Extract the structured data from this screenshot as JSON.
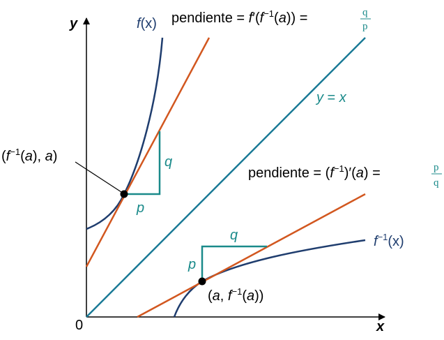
{
  "colors": {
    "axis": "#000000",
    "curve": "#1f3d6e",
    "identity_line": "#1a7a96",
    "tangent": "#d2571f",
    "triangle": "#1a8a8a",
    "point": "#000000"
  },
  "axes": {
    "x_label": "x",
    "y_label": "y",
    "origin_label": "0"
  },
  "curves": {
    "f": {
      "name": "f",
      "arg": "(x)"
    },
    "f_inverse": {
      "name": "f",
      "sup": "−1",
      "arg": "(x)"
    },
    "identity": {
      "lhs": "y",
      "eq": " = ",
      "rhs": "x"
    }
  },
  "slope_top": {
    "word": "pendiente",
    "eq": " = ",
    "f_letter": "f",
    "prime_open": "′(",
    "inner_f": "f",
    "inner_sup": "−1",
    "inner_arg_open": "(",
    "inner_arg": "a",
    "inner_close": "))",
    "eq2": " = ",
    "frac_num": "q",
    "frac_den": "p"
  },
  "slope_bottom": {
    "word": "pendiente",
    "eq": " = (",
    "f_letter": "f",
    "sup": "−1",
    "close": ")′(",
    "arg": "a",
    "close2": ")",
    "eq2": " = ",
    "frac_num": "p",
    "frac_den": "q"
  },
  "points": {
    "top": {
      "open": "(",
      "f": "f",
      "sup": "−1",
      "mid": "(",
      "a1": "a",
      "mid2": "), ",
      "a2": "a",
      "close": ")"
    },
    "bottom": {
      "open": "(",
      "a1": "a",
      "mid": ", ",
      "f": "f",
      "sup": "−1",
      "mid2": "(",
      "a2": "a",
      "close": "))"
    }
  },
  "triangles": {
    "top": {
      "rise": "q",
      "run": "p"
    },
    "bottom": {
      "rise": "p",
      "run": "q"
    }
  }
}
